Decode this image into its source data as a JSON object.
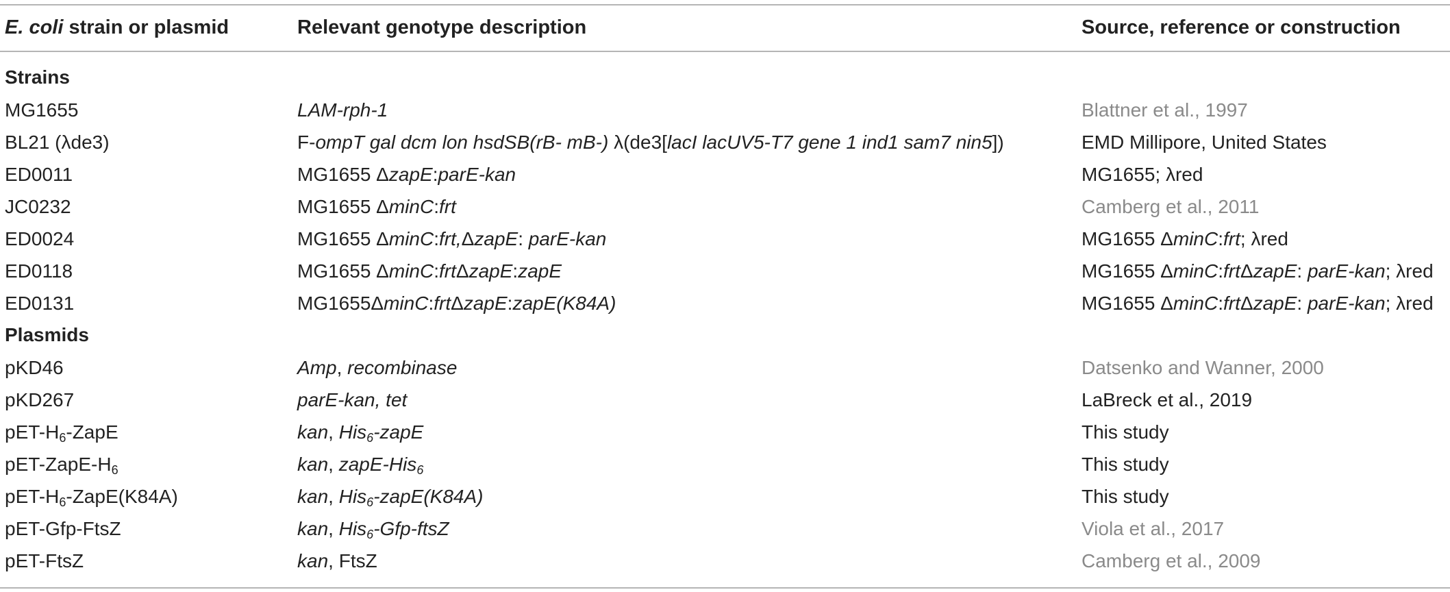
{
  "header": {
    "col1_italic": "E. coli",
    "col1_rest": " strain or plasmid",
    "col2": "Relevant genotype description",
    "col3": "Source, reference or construction"
  },
  "sections": {
    "strains": "Strains",
    "plasmids": "Plasmids"
  },
  "strains": [
    {
      "name": "MG1655",
      "genotype": "LAM-rph-1",
      "source": "Blattner et al., 1997"
    },
    {
      "name": "BL21 (λde3)",
      "genotype": "F-ompT gal dcm lon hsdSB(rB- mB-) λ(de3[lacI lacUV5-T7 gene 1 ind1 sam7 nin5])",
      "source": "EMD Millipore, United States"
    },
    {
      "name": "ED0011",
      "genotype": "MG1655 ΔzapE:parE-kan",
      "source": "MG1655; λred"
    },
    {
      "name": "JC0232",
      "genotype": "MG1655 ΔminC:frt",
      "source": "Camberg et al., 2011"
    },
    {
      "name": "ED0024",
      "genotype": "MG1655 ΔminC:frt,ΔzapE: parE-kan",
      "source": "MG1655 ΔminC:frt; λred"
    },
    {
      "name": "ED0118",
      "genotype": "MG1655 ΔminC:frtΔzapE:zapE",
      "source": "MG1655 ΔminC:frtΔzapE: parE-kan; λred"
    },
    {
      "name": "ED0131",
      "genotype": "MG1655ΔminC:frtΔzapE:zapE(K84A)",
      "source": "MG1655 ΔminC:frtΔzapE: parE-kan; λred"
    }
  ],
  "plasmids": [
    {
      "name": "pKD46",
      "genotype": "Amp, recombinase",
      "source": "Datsenko and Wanner, 2000"
    },
    {
      "name": "pKD267",
      "genotype": "parE-kan, tet",
      "source": "LaBreck et al., 2019"
    },
    {
      "name": "pET-H6-ZapE",
      "genotype": "kan, His6-zapE",
      "source": "This study"
    },
    {
      "name": "pET-ZapE-H6",
      "genotype": "kan, zapE-His6",
      "source": "This study"
    },
    {
      "name": "pET-H6-ZapE(K84A)",
      "genotype": "kan, His6-zapE(K84A)",
      "source": "This study"
    },
    {
      "name": "pET-Gfp-FtsZ",
      "genotype": "kan, His6-Gfp-ftsZ",
      "source": "Viola et al., 2017"
    },
    {
      "name": "pET-FtsZ",
      "genotype": "kan, FtsZ",
      "source": "Camberg et al., 2009"
    }
  ],
  "colors": {
    "text": "#222222",
    "reference_link": "#8a8a8a",
    "rule": "#b5b5b5"
  }
}
